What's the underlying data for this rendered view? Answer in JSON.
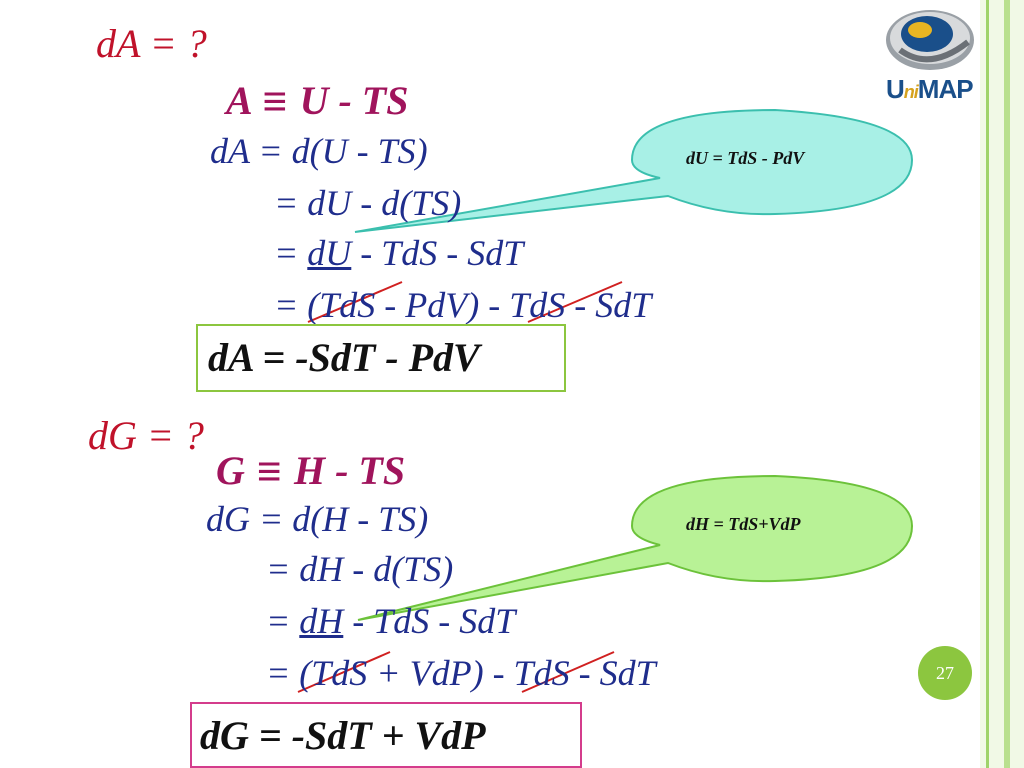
{
  "colors": {
    "question": "#c0122a",
    "definition": "#a0145c",
    "equation": "#1f2d8c",
    "green_accent": "#8cc63f",
    "pink_border": "#d43c8c",
    "bubble_a": "#a8f0e6",
    "bubble_g": "#b8f296"
  },
  "logo": {
    "name_prefix": "U",
    "name_middle": "ni",
    "name_suffix": "MAP",
    "icon": "unimap-globe-icon"
  },
  "section_a": {
    "question": "dA = ?",
    "def_left": "A",
    "def_symbol": "≡",
    "def_right": "U - TS",
    "line1_lhs": "dA",
    "line1_rhs": "= d(U - TS)",
    "line2": "= dU - d(TS)",
    "line3_pre": "= ",
    "line3_u": "dU",
    "line3_post": " - TdS - SdT",
    "line4": "= (TdS - PdV) - TdS - SdT",
    "result": "dA = -SdT - PdV",
    "bubble": "dU = TdS - PdV"
  },
  "section_g": {
    "question": "dG = ?",
    "def_left": "G",
    "def_symbol": "≡",
    "def_right": "H - TS",
    "line1_lhs": "dG",
    "line1_rhs": "= d(H - TS)",
    "line2": "= dH - d(TS)",
    "line3_pre": "= ",
    "line3_u": "dH",
    "line3_post": " - TdS - SdT",
    "line4": "= (TdS + VdP) - TdS - SdT",
    "result": "dG = -SdT + VdP",
    "bubble": "dH = TdS+VdP"
  },
  "page_number": "27"
}
